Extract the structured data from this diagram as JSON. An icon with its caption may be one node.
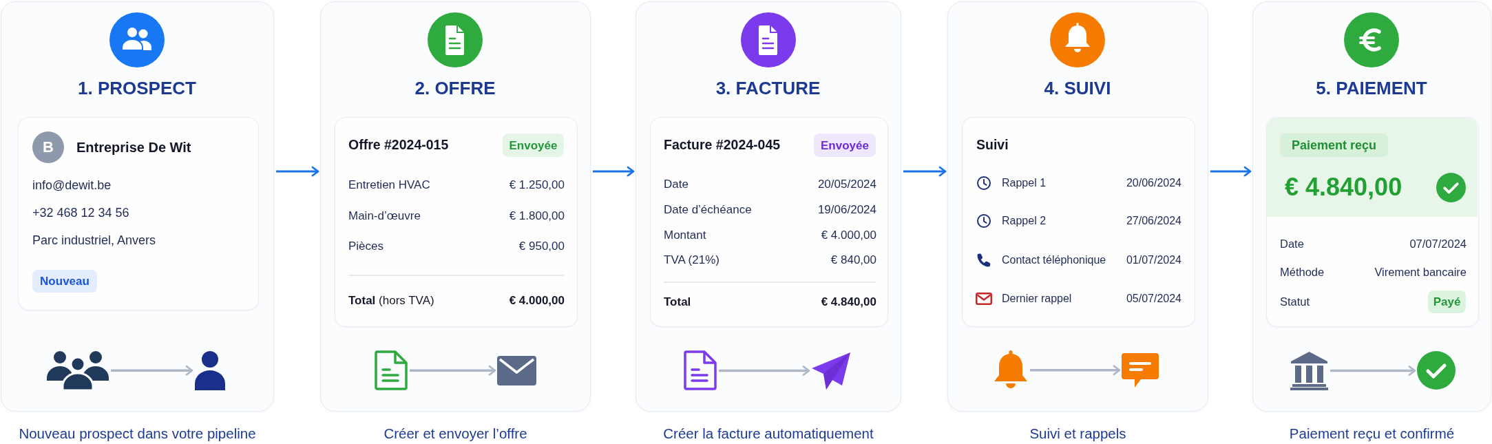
{
  "diagram": {
    "nodes": [
      {
        "text": [
          "1. PROSPECT"
        ],
        "beside": [
          "Nouveau prospect dans votre pipeline"
        ]
      },
      {
        "text": [
          "Entreprise De Wit",
          "info@dewit.be",
          "+32 468 12 34 56",
          "Parc industriel, Anvers"
        ],
        "in": 0
      },
      {
        "text": [
          "B"
        ],
        "in": 1
      },
      {
        "text": [
          "Nouveau"
        ],
        "in": 1
      },
      {
        "text": [],
        "shape": "picture",
        "in": 0
      },
      {
        "text": [],
        "shape": "person",
        "in": 0
      },
      {
        "text": [
          "2. OFFRE"
        ],
        "beside": [
          "Créer et envoyer l’offre"
        ]
      },
      {
        "text": [
          "Offre #2024-015",
          "Entretien HVAC",
          "€ 1.250,00",
          "Main-d’œuvre",
          "€ 1.800,00",
          "Pièces",
          "€ 950,00",
          "**Total** (hors TVA)",
          "€ 4.000,00"
        ],
        "in": 6
      },
      {
        "text": [
          "Envoyée"
        ],
        "in": 7
      },
      {
        "text": [],
        "shape": "picture",
        "in": 6
      },
      {
        "text": [],
        "shape": "picture",
        "in": 6
      },
      {
        "text": [
          "3. FACTURE"
        ],
        "beside": [
          "Créer la facture automatiquement"
        ]
      },
      {
        "text": [
          "Facture #2024-045",
          "Date",
          "20/05/2024",
          "Date d’échéance",
          "19/06/2024",
          "Montant",
          "€ 4.000,00",
          "TVA (21%)",
          "€ 840,00",
          "Total",
          "€ 4.840,00"
        ],
        "in": 11
      },
      {
        "text": [
          "Envoyée"
        ],
        "in": 12
      },
      {
        "text": [],
        "shape": "picture",
        "in": 11
      },
      {
        "text": [],
        "shape": "picture",
        "in": 11
      },
      {
        "text": [
          "4. SUIVI"
        ],
        "beside": [
          "Suivi et rappels"
        ]
      },
      {
        "text": [
          "Suivi",
          "Rappel 1",
          "20/06/2024",
          "Rappel 2",
          "27/06/2024",
          "Contact téléphonique",
          "01/07/2024",
          "Dernier rappel",
          "05/07/2024"
        ],
        "in": 16
      },
      {
        "text": [],
        "shape": "picture",
        "in": 16
      },
      {
        "text": [],
        "shape": "picture",
        "in": 16
      },
      {
        "text": [
          "5. PAIEMENT"
        ],
        "beside": [
          "Paiement reçu et confirmé"
        ]
      },
      {
        "text": [
          "Date",
          "07/07/2024",
          "Méthode",
          "Virement bancaire",
          "Statut"
        ],
        "in": 20
      },
      {
        "text": [
          "€ 4.840,00"
        ],
        "in": 21
      },
      {
        "text": [
          "Paiement reçu"
        ],
        "in": 22
      },
      {
        "text": [
          "Payé"
        ],
        "in": 21
      },
      {
        "text": [],
        "shape": "picture",
        "in": 20
      },
      {
        "text": [],
        "shape": "picture",
        "in": 20
      }
    ],
    "edges": [
      {
        "from": 4,
        "to": 5,
        "arrow": "to"
      },
      {
        "from": 0,
        "to": 6,
        "arrow": "to",
        "color": "#1a73e8"
      },
      {
        "from": 9,
        "to": 10,
        "arrow": "to"
      },
      {
        "from": 6,
        "to": 11,
        "arrow": "to",
        "color": "#1a73e8"
      },
      {
        "from": 14,
        "to": 15,
        "arrow": "to"
      },
      {
        "from": 11,
        "to": 16,
        "arrow": "to",
        "color": "#1a73e8"
      },
      {
        "from": 18,
        "to": 19,
        "arrow": "to"
      },
      {
        "from": 16,
        "to": 20,
        "arrow": "to",
        "color": "#1a73e8"
      },
      {
        "from": 25,
        "to": 26,
        "arrow": "to"
      }
    ]
  }
}
